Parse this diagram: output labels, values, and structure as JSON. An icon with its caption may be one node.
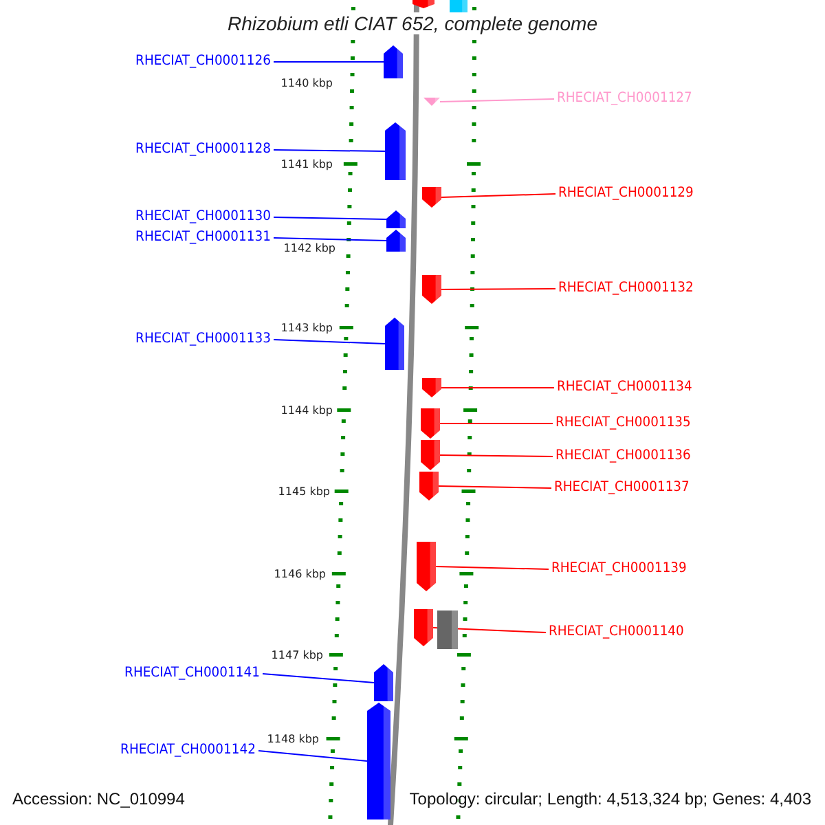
{
  "diagram": {
    "title": "Rhizobium etli CIAT 652, complete genome",
    "nodes": [
      {
        "text": [],
        "shape": "pentagon"
      },
      {
        "text": [],
        "shape": "bar"
      },
      {
        "text": [
          "RHECIAT_CH0001126"
        ]
      },
      {
        "text": [],
        "shape": "pentagon"
      },
      {
        "text": [
          "RHECIAT_CH0001127"
        ]
      },
      {
        "text": [],
        "shape": "triangle"
      },
      {
        "text": [
          "RHECIAT_CH0001128"
        ]
      },
      {
        "text": [],
        "shape": "pentagon"
      },
      {
        "text": [
          "RHECIAT_CH0001129"
        ]
      },
      {
        "text": [],
        "shape": "pentagon"
      },
      {
        "text": [
          "RHECIAT_CH0001130"
        ]
      },
      {
        "text": [],
        "shape": "pentagon"
      },
      {
        "text": [
          "RHECIAT_CH0001131"
        ]
      },
      {
        "text": [],
        "shape": "pentagon"
      },
      {
        "text": [
          "RHECIAT_CH0001132"
        ]
      },
      {
        "text": [],
        "shape": "pentagon"
      },
      {
        "text": [
          "RHECIAT_CH0001133"
        ]
      },
      {
        "text": [],
        "shape": "pentagon"
      },
      {
        "text": [
          "RHECIAT_CH0001134"
        ]
      },
      {
        "text": [],
        "shape": "pentagon"
      },
      {
        "text": [
          "RHECIAT_CH0001135"
        ]
      },
      {
        "text": [],
        "shape": "pentagon"
      },
      {
        "text": [
          "RHECIAT_CH0001136"
        ]
      },
      {
        "text": [],
        "shape": "pentagon"
      },
      {
        "text": [
          "RHECIAT_CH0001137"
        ]
      },
      {
        "text": [],
        "shape": "pentagon"
      },
      {
        "text": [
          "RHECIAT_CH0001139"
        ]
      },
      {
        "text": [],
        "shape": "pentagon"
      },
      {
        "text": [
          "RHECIAT_CH0001140"
        ]
      },
      {
        "text": [],
        "shape": "pentagon"
      },
      {
        "text": [],
        "shape": "bar"
      },
      {
        "text": [
          "RHECIAT_CH0001141"
        ]
      },
      {
        "text": [],
        "shape": "pentagon"
      },
      {
        "text": [
          "RHECIAT_CH0001142"
        ]
      },
      {
        "text": [],
        "shape": "pentagon"
      }
    ],
    "edges": [
      {
        "from": 2,
        "to": 3,
        "arrow": "none",
        "color": "#0000ff"
      },
      {
        "from": 4,
        "to": 5,
        "arrow": "none",
        "color": "#ff99cc"
      },
      {
        "from": 6,
        "to": 7,
        "arrow": "none",
        "color": "#0000ff"
      },
      {
        "from": 8,
        "to": 9,
        "arrow": "none"
      },
      {
        "from": 10,
        "to": 11,
        "arrow": "none",
        "color": "#0000ff"
      },
      {
        "from": 12,
        "to": 13,
        "arrow": "none",
        "color": "#0000ff"
      },
      {
        "from": 14,
        "to": 15,
        "arrow": "none"
      },
      {
        "from": 16,
        "to": 17,
        "arrow": "none",
        "color": "#0000ff"
      },
      {
        "from": 18,
        "to": 19,
        "arrow": "none"
      },
      {
        "from": 20,
        "to": 21,
        "arrow": "none"
      },
      {
        "from": 22,
        "to": 23,
        "arrow": "none"
      },
      {
        "from": 24,
        "to": 25,
        "arrow": "none"
      },
      {
        "from": 26,
        "to": 27,
        "arrow": "none"
      },
      {
        "from": 28,
        "to": 29,
        "arrow": "none"
      },
      {
        "from": 31,
        "to": 32,
        "arrow": "none",
        "color": "#0000ff"
      },
      {
        "from": 33,
        "to": 34,
        "arrow": "none",
        "color": "#0000ff"
      }
    ],
    "labels": [
      "1140 kbp",
      "1141 kbp",
      "1142 kbp",
      "1143 kbp",
      "1144 kbp",
      "1145 kbp",
      "1146 kbp",
      "1147 kbp",
      "1148 kbp",
      "Accession: NC_010994",
      "Topology: circular; Length: 4,513,324 bp; Genes: 4,403"
    ]
  }
}
